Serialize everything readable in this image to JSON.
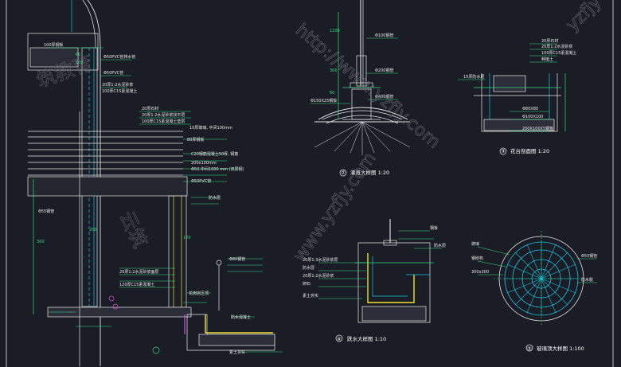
{
  "drawing": {
    "background": "#1a1c26",
    "colors": {
      "line": "#e8e8e8",
      "accent": "#33e07a",
      "cyan": "#19c6e6",
      "yellow": "#f1e02a",
      "magenta": "#d64fd8",
      "red": "#e0463c"
    }
  },
  "details": [
    {
      "num": "②",
      "title": "灌溉大样图 1:20"
    },
    {
      "num": "③",
      "title": "花台剖面图 1:20"
    },
    {
      "num": "④",
      "title": "跌水大样图 1:10"
    },
    {
      "num": "⑤",
      "title": "玻璃顶大样图 1:100"
    }
  ],
  "labels": {
    "left": [
      "100厚钢板",
      "Φ50PVC管排水管",
      "Φ50PVC管",
      "20厚1:2水泥砂浆",
      "100厚C15素混凝土",
      "20厚石材",
      "20厚1:2水泥砂浆找平层",
      "100厚C15素混凝土垫层",
      "10厚玻璃, 中间100mm",
      "80厚钢板",
      "C20钢筋混凝土50厚, 钢筋",
      "Φ50,中间1000 mm (双层钢)",
      "200x100mm",
      "Φ50PVC管",
      "防水层",
      "Φ55钢管",
      "Φ80钢管",
      "20厚1:2水泥砂浆面层",
      "120厚C15素混凝土",
      "素土夯实",
      "花岗岩压顶",
      "防水混凝土",
      "200",
      "300",
      "60",
      "100",
      "120"
    ],
    "d2": [
      "Φ100钢管",
      "Φ200钢管",
      "Φ400钢管",
      "Φ150X25钢板",
      "1200",
      "300",
      "60"
    ],
    "d3": [
      "20厚石材",
      "20厚1:2水泥砂浆",
      "100厚C15素混凝土",
      "种植土",
      "15厚防水层",
      "Φ80X80",
      "Φ100X100",
      "200X100X5钢板"
    ],
    "d4": [
      "钢板",
      "防水层",
      "20厚1:3水泥砂浆层",
      "防水层",
      "20厚1:2水泥砂浆",
      "卵石",
      "素土夯实"
    ],
    "d5": [
      "玻璃",
      "钢结构",
      "300x300",
      "Φ50钢管",
      "防水胶"
    ]
  },
  "watermarks": [
    "http://www.yzfjy.com",
    "云筑",
    "www.yzfjy.com",
    "yzfjy",
    "筑教育"
  ]
}
